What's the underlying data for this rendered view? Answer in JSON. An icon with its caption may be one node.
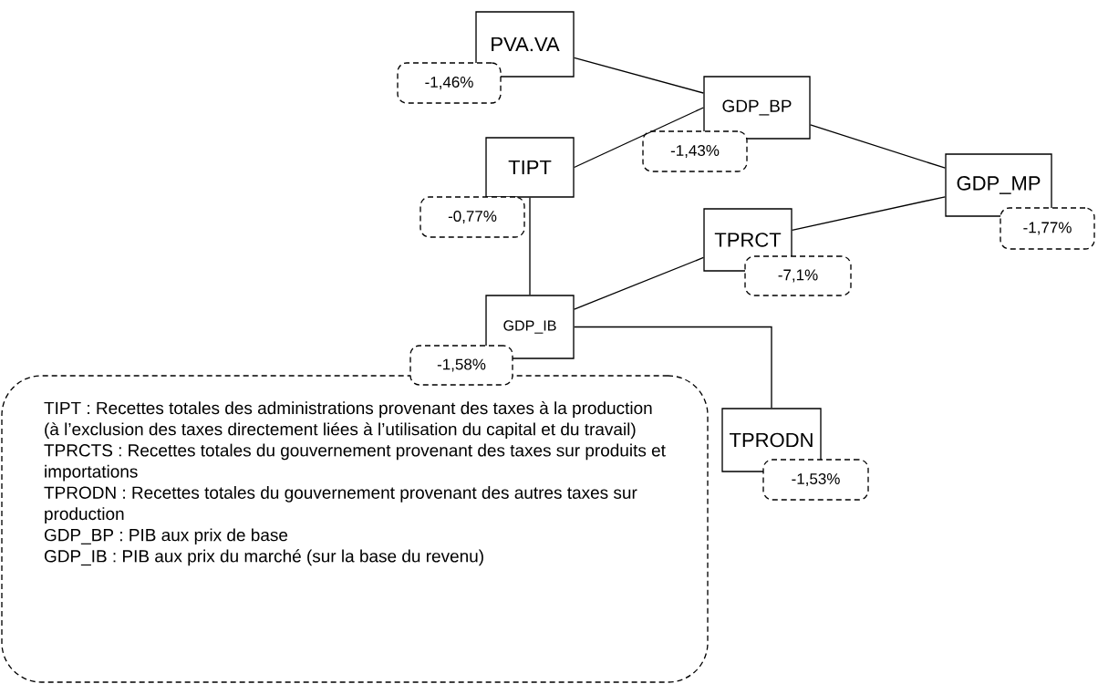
{
  "diagram": {
    "nodes": [
      {
        "text": [
          "PVA.VA"
        ]
      },
      {
        "text": [
          "-1,46%"
        ]
      },
      {
        "text": [
          "GDP_BP"
        ]
      },
      {
        "text": [
          "-1,43%"
        ]
      },
      {
        "text": [
          "TIPT"
        ]
      },
      {
        "text": [
          "-0,77%"
        ]
      },
      {
        "text": [
          "GDP_MP"
        ]
      },
      {
        "text": [
          "-1,77%"
        ]
      },
      {
        "text": [
          "TPRCT"
        ]
      },
      {
        "text": [
          "-7,1%"
        ]
      },
      {
        "text": [
          "GDP_IB"
        ]
      },
      {
        "text": [
          "-1,58%"
        ]
      },
      {
        "text": [
          "TIPT : Recettes totales des administrations provenant des taxes à la production (à l’exclusion des taxes directement liées à l’utilisation du capital et du travail)",
          "TPRCTS : Recettes totales du gouvernement provenant des taxes sur produits et importations",
          "TPRODN : Recettes totales du gouvernement provenant des autres taxes sur production",
          "GDP_BP : PIB aux prix de base",
          "GDP_IB : PIB aux prix du marché (sur la base du revenu)"
        ]
      },
      {
        "text": [
          "TPRODN"
        ]
      },
      {
        "text": [
          "-1,53%"
        ]
      }
    ],
    "edges": [
      {
        "from": 0,
        "to": 2,
        "arrow": "none"
      },
      {
        "from": 4,
        "to": 2,
        "arrow": "none"
      },
      {
        "from": 4,
        "to": 10,
        "arrow": "none"
      },
      {
        "from": 10,
        "to": 8,
        "arrow": "none"
      },
      {
        "from": 10,
        "to": 13,
        "arrow": "none"
      },
      {
        "from": 2,
        "to": 6,
        "arrow": "none"
      },
      {
        "from": 8,
        "to": 6,
        "arrow": "none"
      }
    ]
  }
}
